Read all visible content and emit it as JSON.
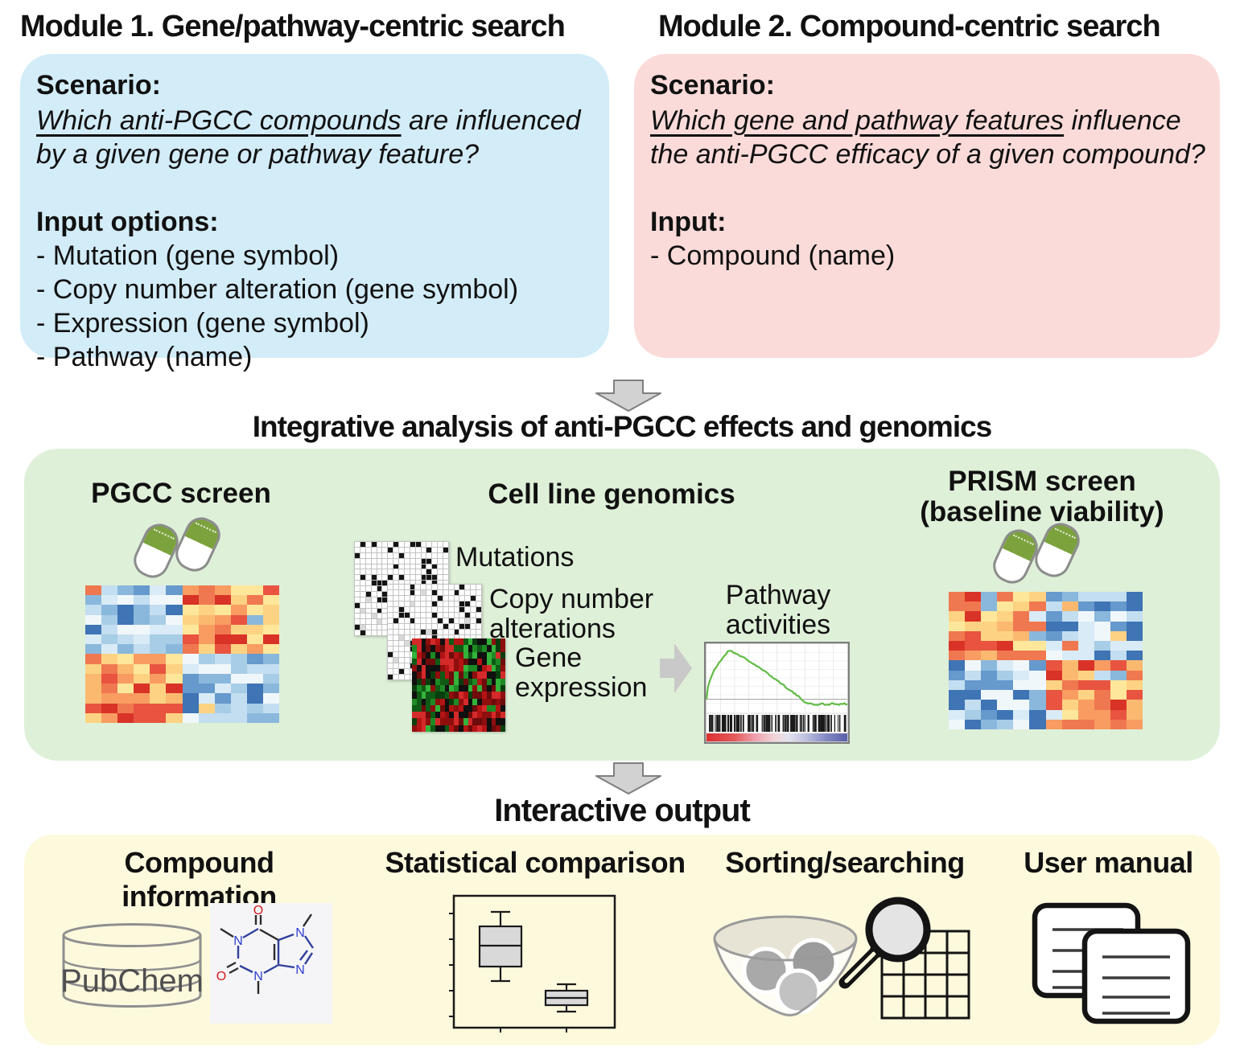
{
  "module1": {
    "title": "Module 1. Gene/pathway-centric search",
    "scenario_label": "Scenario:",
    "question_underlined": "Which anti-PGCC compounds",
    "question_rest": " are influenced by a given gene or pathway feature?",
    "input_label": "Input options:",
    "inputs": [
      "- Mutation (gene symbol)",
      "- Copy number alteration (gene symbol)",
      "- Expression (gene symbol)",
      "- Pathway (name)"
    ]
  },
  "module2": {
    "title": "Module 2. Compound-centric search",
    "scenario_label": "Scenario:",
    "question_underlined": "Which gene and pathway features",
    "question_rest": " influence the anti-PGCC efficacy of a given compound?",
    "input_label": "Input:",
    "inputs": [
      "- Compound (name)"
    ]
  },
  "integrative": {
    "title": "Integrative analysis of anti-PGCC effects and genomics",
    "pgcc_title": "PGCC screen",
    "cell_line_title": "Cell line genomics",
    "mutations_label": "Mutations",
    "cna_label": "Copy number alterations",
    "expression_label": "Gene expression",
    "pathway_label": "Pathway activities",
    "prism_title_line1": "PRISM screen",
    "prism_title_line2": "(baseline viability)"
  },
  "output": {
    "title": "Interactive output",
    "compound_title": "Compound information",
    "statistical_title": "Statistical comparison",
    "sorting_title": "Sorting/searching",
    "manual_title": "User manual",
    "pubchem_label": "PubChem",
    "atom_n": "N",
    "atom_o": "O"
  },
  "colors": {
    "module1_panel": "#d2ecf8",
    "module2_panel": "#fbdbd9",
    "integrative_panel": "#def0d8",
    "output_panel": "#fdf9dd",
    "arrow_fill": "#d2d2d2",
    "arrow_outline": "#7f7f7f",
    "pill_green": "#7ca23d",
    "gsea_curve": "#62bb46",
    "text": "#111111"
  },
  "graphics": {
    "pgcc_heatmap": {
      "type": "quadrant-heatmap",
      "rows": 14,
      "cols": 12,
      "seed": 7,
      "layout": [
        [
          "cool",
          "warm"
        ],
        [
          "warm",
          "cool"
        ]
      ]
    },
    "prism_heatmap": {
      "type": "quadrant-heatmap",
      "rows": 14,
      "cols": 12,
      "seed": 13,
      "layout": [
        [
          "warm",
          "cool"
        ],
        [
          "cool",
          "warm"
        ]
      ]
    },
    "mutation_matrix": {
      "type": "bw-matrix",
      "rows": 17,
      "cols": 17,
      "seed": 3,
      "p_black": 0.2,
      "p_gray": 0.05
    },
    "cna_matrix": {
      "type": "bw-matrix",
      "rows": 17,
      "cols": 17,
      "seed": 5,
      "p_black": 0.16,
      "p_gray": 0.05
    },
    "expression_heatmap": {
      "type": "rg-heatmap",
      "rows": 14,
      "cols": 20,
      "seed": 11
    },
    "gsea_plot": {
      "type": "gsea",
      "seed": 21,
      "bars": 110
    }
  },
  "palettes": {
    "warm": [
      "#d93327",
      "#e8543f",
      "#f07850",
      "#f89c62",
      "#fbb970",
      "#fdd383",
      "#fee79a"
    ],
    "cool": [
      "#3f74b5",
      "#6699cc",
      "#8ab8dc",
      "#a8cde6",
      "#c3def0",
      "#d9ebf6",
      "#f0f7fb"
    ],
    "reds": [
      "#8f0e0e",
      "#b41414",
      "#d42a2a",
      "#6e0b0b"
    ],
    "greens": [
      "#0f5a14",
      "#1d8a24",
      "#33b33a",
      "#0a3d0e"
    ],
    "black": "#101010"
  }
}
